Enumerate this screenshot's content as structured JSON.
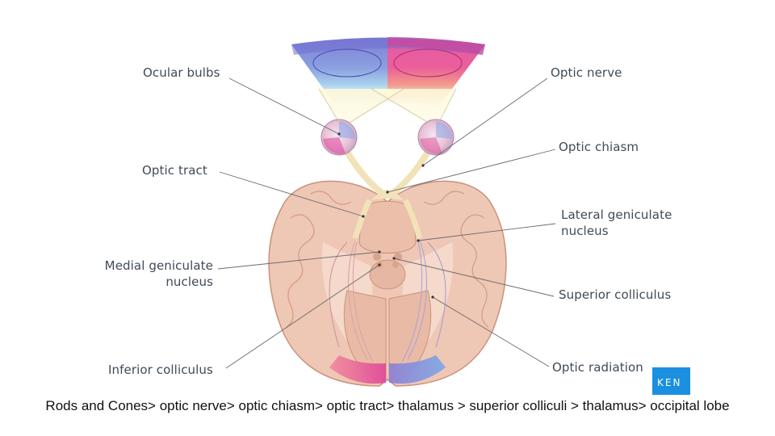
{
  "labels": {
    "ocular_bulbs": "Ocular bulbs",
    "optic_nerve": "Optic nerve",
    "optic_chiasm": "Optic chiasm",
    "optic_tract": "Optic tract",
    "lateral_geniculate_line1": "Lateral geniculate",
    "lateral_geniculate_line2": "nucleus",
    "medial_geniculate_line1": "Medial geniculate",
    "medial_geniculate_line2": "nucleus",
    "superior_colliculus": "Superior colliculus",
    "inferior_colliculus": "Inferior colliculus",
    "optic_radiation": "Optic radiation"
  },
  "logo": {
    "text": "KEN"
  },
  "caption": "Rods and Cones> optic nerve> optic chiasm> optic tract> thalamus > superior colliculi > thalamus> occipital lobe",
  "colors": {
    "brain": "#efc7b5",
    "brain_dark": "#d9a48e",
    "nerve": "#f2e2b8",
    "visual_field_left": "#7f7fd6",
    "visual_field_right": "#e0449a",
    "leader_line": "#6b6b6b",
    "logo": "#1b8fe0"
  }
}
